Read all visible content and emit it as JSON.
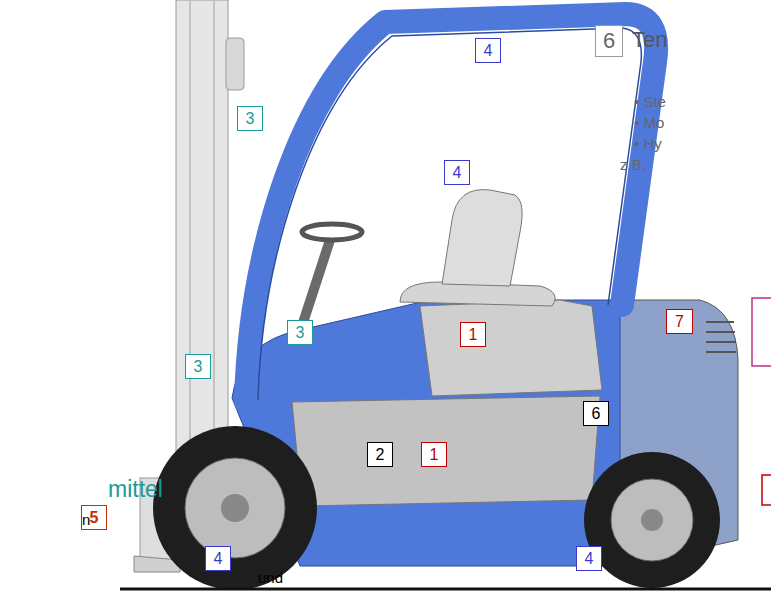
{
  "diagram": {
    "nodes": [
      {
        "text": [
          "4"
        ]
      },
      {
        "text": [
          "6"
        ]
      },
      {
        "text": [
          "3"
        ]
      },
      {
        "text": [
          "4"
        ]
      },
      {
        "text": [
          "3"
        ]
      },
      {
        "text": [
          "1"
        ]
      },
      {
        "text": [
          "7"
        ]
      },
      {
        "text": [
          "3"
        ]
      },
      {
        "text": [
          "6"
        ]
      },
      {
        "text": [
          "2"
        ]
      },
      {
        "text": [
          "1"
        ]
      },
      {
        "text": [
          "5"
        ]
      },
      {
        "text": [
          "4"
        ]
      },
      {
        "text": [
          "4"
        ]
      }
    ],
    "labels": [
      "Ten",
      "• Ste",
      "• Mo",
      "• Hy",
      "z.B.",
      "mittel",
      "n",
      "und"
    ]
  }
}
